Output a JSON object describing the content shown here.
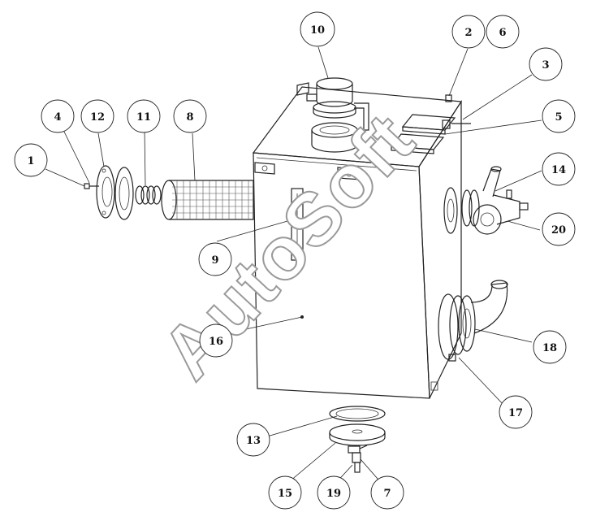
{
  "watermark": "AutoSoft",
  "callouts": [
    {
      "id": "c1",
      "label": "1"
    },
    {
      "id": "c2",
      "label": "2"
    },
    {
      "id": "c3",
      "label": "3"
    },
    {
      "id": "c4",
      "label": "4"
    },
    {
      "id": "c5",
      "label": "5"
    },
    {
      "id": "c6",
      "label": "6"
    },
    {
      "id": "c7",
      "label": "7"
    },
    {
      "id": "c8",
      "label": "8"
    },
    {
      "id": "c9",
      "label": "9"
    },
    {
      "id": "c10",
      "label": "10"
    },
    {
      "id": "c11",
      "label": "11"
    },
    {
      "id": "c12",
      "label": "12"
    },
    {
      "id": "c13",
      "label": "13"
    },
    {
      "id": "c14",
      "label": "14"
    },
    {
      "id": "c15",
      "label": "15"
    },
    {
      "id": "c16",
      "label": "16"
    },
    {
      "id": "c17",
      "label": "17"
    },
    {
      "id": "c18",
      "label": "18"
    },
    {
      "id": "c19",
      "label": "19"
    },
    {
      "id": "c20",
      "label": "20"
    }
  ]
}
